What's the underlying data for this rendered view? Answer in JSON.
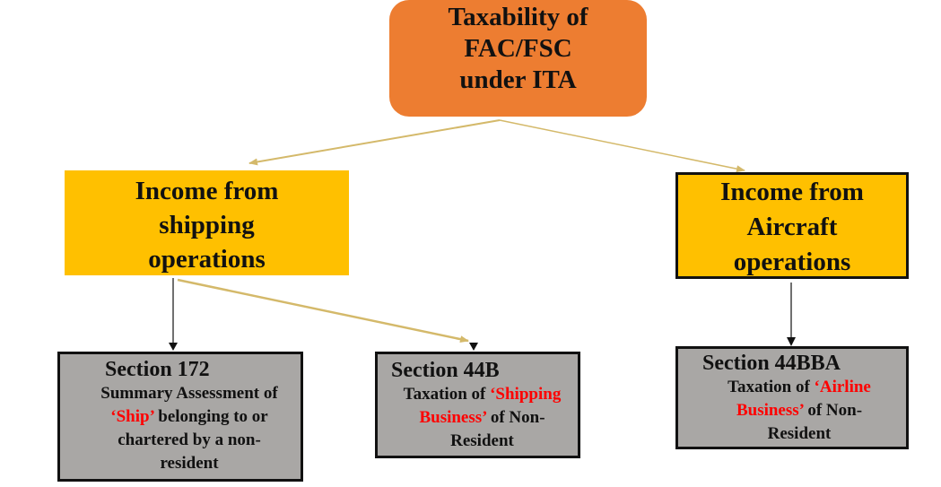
{
  "root": {
    "lines": [
      "Taxability of",
      "FAC/FSC",
      "under ITA"
    ]
  },
  "branches": {
    "shipping": {
      "lines": [
        "Income from",
        "shipping",
        "operations"
      ]
    },
    "aircraft": {
      "lines": [
        "Income from",
        "Aircraft",
        "operations"
      ]
    }
  },
  "sections": {
    "s172": {
      "title": "Section 172",
      "body": {
        "l1": "Summary Assessment of",
        "l2_red": "‘Ship’",
        "l2_rest": " belonging to or",
        "l3": "chartered by a non-",
        "l4": "resident"
      }
    },
    "s44b": {
      "title": "Section 44B",
      "body": {
        "l1_pre": "Taxation of ",
        "l1_red": "‘Shipping",
        "l2_red": "Business’",
        "l2_rest": " of Non-",
        "l3": "Resident"
      }
    },
    "s44bba": {
      "title": "Section 44BBA",
      "body": {
        "l1_pre": "Taxation of ",
        "l1_red": "‘Airline",
        "l2_red": "Business’",
        "l2_rest": " of Non-",
        "l3": "Resident"
      }
    }
  },
  "colors": {
    "root_fill": "#ED7D31",
    "branch_fill": "#FFC000",
    "section_fill": "#A9A7A5",
    "highlight_text": "#FF0000",
    "gold_arrow": "#D4B96A",
    "black_arrow": "#111111"
  }
}
